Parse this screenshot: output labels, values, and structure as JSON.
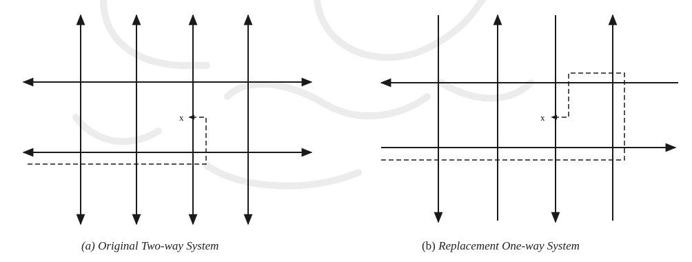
{
  "colors": {
    "ink": "#1a1a1a",
    "watermark": "#e9e9e9",
    "background": "#ffffff"
  },
  "panels": [
    {
      "id": "a",
      "caption_prefix": "(a)",
      "caption_text": "Original Two-way System",
      "destination_label": "x",
      "road_count_vertical": 4,
      "road_count_horizontal": 2,
      "road_direction": "two-way"
    },
    {
      "id": "b",
      "caption_prefix": "(b)",
      "caption_text": "Replacement One-way System",
      "destination_label": "x",
      "road_count_vertical": 4,
      "road_count_horizontal": 2,
      "road_direction": "one-way"
    }
  ]
}
